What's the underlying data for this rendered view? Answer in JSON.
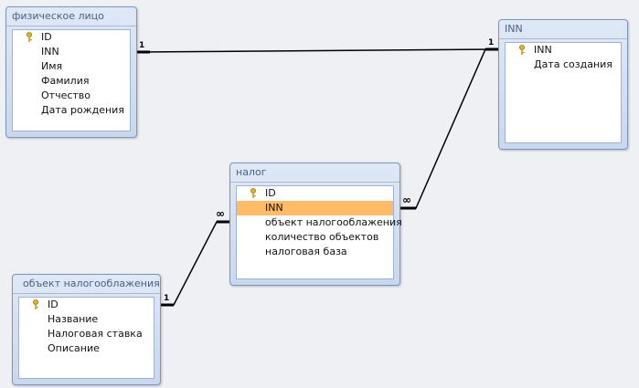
{
  "tables": {
    "fiz": {
      "title": "физическое лицо",
      "fields": [
        "ID",
        "INN",
        "Имя",
        "Фамилия",
        "Отчество",
        "Дата рождения"
      ]
    },
    "inn": {
      "title": "INN",
      "fields": [
        "INN",
        "Дата создания"
      ]
    },
    "nalog": {
      "title": "налог",
      "fields": [
        "ID",
        "INN",
        "объект налогооблажения",
        "количество объектов",
        "налоговая база"
      ]
    },
    "obj": {
      "title": "объект налогооблажения",
      "fields": [
        "ID",
        "Название",
        "Налоговая ставка",
        "Описание"
      ]
    }
  },
  "relationships": {
    "fiz_inn": {
      "from_card": "1",
      "to_card": "1"
    },
    "nalog_inn": {
      "from_card": "∞",
      "to_card": "1"
    },
    "obj_nalog": {
      "from_card": "1",
      "to_card": "∞"
    }
  },
  "colors": {
    "selected_row": "#ffbb66",
    "table_border": "#7d94bd",
    "title_text": "#4b5f84"
  }
}
